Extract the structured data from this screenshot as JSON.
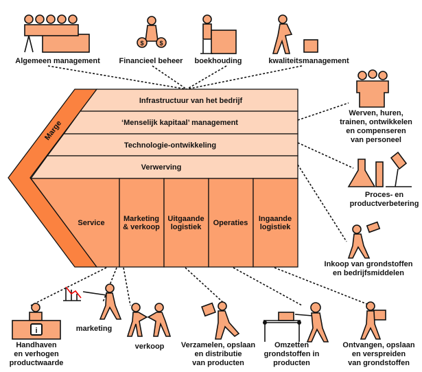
{
  "colors": {
    "margin": "#fb8240",
    "support": "#fdd5bc",
    "primary": "#fca06e",
    "figure": "#f9a77a"
  },
  "margin_label": "Marge",
  "support_activities": [
    "Infrastructuur van het bedrijf",
    "‘Menselijk kapitaal’ management",
    "Technologie-ontwikkeling",
    "Verwerving"
  ],
  "primary_activities": [
    [
      "Service"
    ],
    [
      "Marketing",
      "& verkoop"
    ],
    [
      "Uitgaande",
      "logistiek"
    ],
    [
      "Operaties"
    ],
    [
      "Ingaande",
      "logistiek"
    ]
  ],
  "top_labels": [
    "Algemeen management",
    "Financieel beheer",
    "boekhouding",
    "kwaliteitsmanagement"
  ],
  "right_labels": [
    [
      "Werven, huren,",
      "trainen, ontwikkelen",
      "en compenseren",
      "van personeel"
    ],
    [
      "Proces- en",
      "productverbetering"
    ],
    [
      "Inkoop van grondstoffen",
      "en bedrijfsmiddelen"
    ]
  ],
  "bottom_labels": [
    [
      "Handhaven",
      "en verhogen",
      "productwaarde"
    ],
    [
      "marketing"
    ],
    [
      "verkoop"
    ],
    [
      "Verzamelen, opslaan",
      "en distributie",
      "van producten"
    ],
    [
      "Omzetten",
      "grondstoffen in",
      "producten"
    ],
    [
      "Ontvangen, opslaan",
      "en verspreiden",
      "van grondstoffen"
    ]
  ]
}
